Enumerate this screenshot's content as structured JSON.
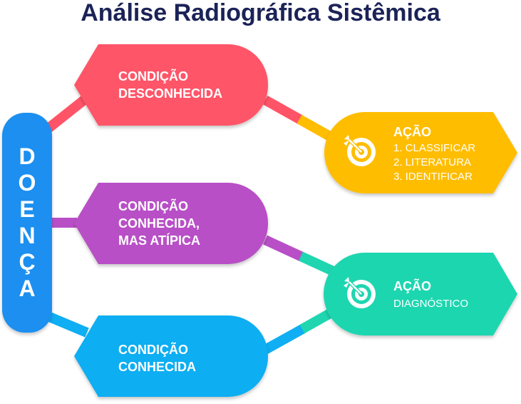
{
  "title": "Análise Radiográfica Sistêmica",
  "spine": {
    "label_letters": [
      "D",
      "O",
      "E",
      "N",
      "Ç",
      "A"
    ],
    "color": "#1a8ff0"
  },
  "conditions": [
    {
      "lines": [
        "CONDIÇÃO",
        "DESCONHECIDA"
      ],
      "color": "#ff5468",
      "icon": "none"
    },
    {
      "lines": [
        "CONDIÇÃO",
        "CONHECIDA,",
        "MAS ATÍPICA"
      ],
      "color": "#b84fc6",
      "icon": "none"
    },
    {
      "lines": [
        "CONDIÇÃO",
        "CONHECIDA"
      ],
      "color": "#10aef2",
      "icon": "none"
    }
  ],
  "actions": [
    {
      "title": "AÇÃO",
      "items": [
        "1. CLASSIFICAR",
        "2. LITERATURA",
        "3. IDENTIFICAR"
      ],
      "color": "#ffbd00",
      "icon": "target-icon"
    },
    {
      "title": "AÇÃO",
      "items": [
        "DIAGNÓSTICO"
      ],
      "color": "#1fd6b0",
      "icon": "target-icon"
    }
  ]
}
